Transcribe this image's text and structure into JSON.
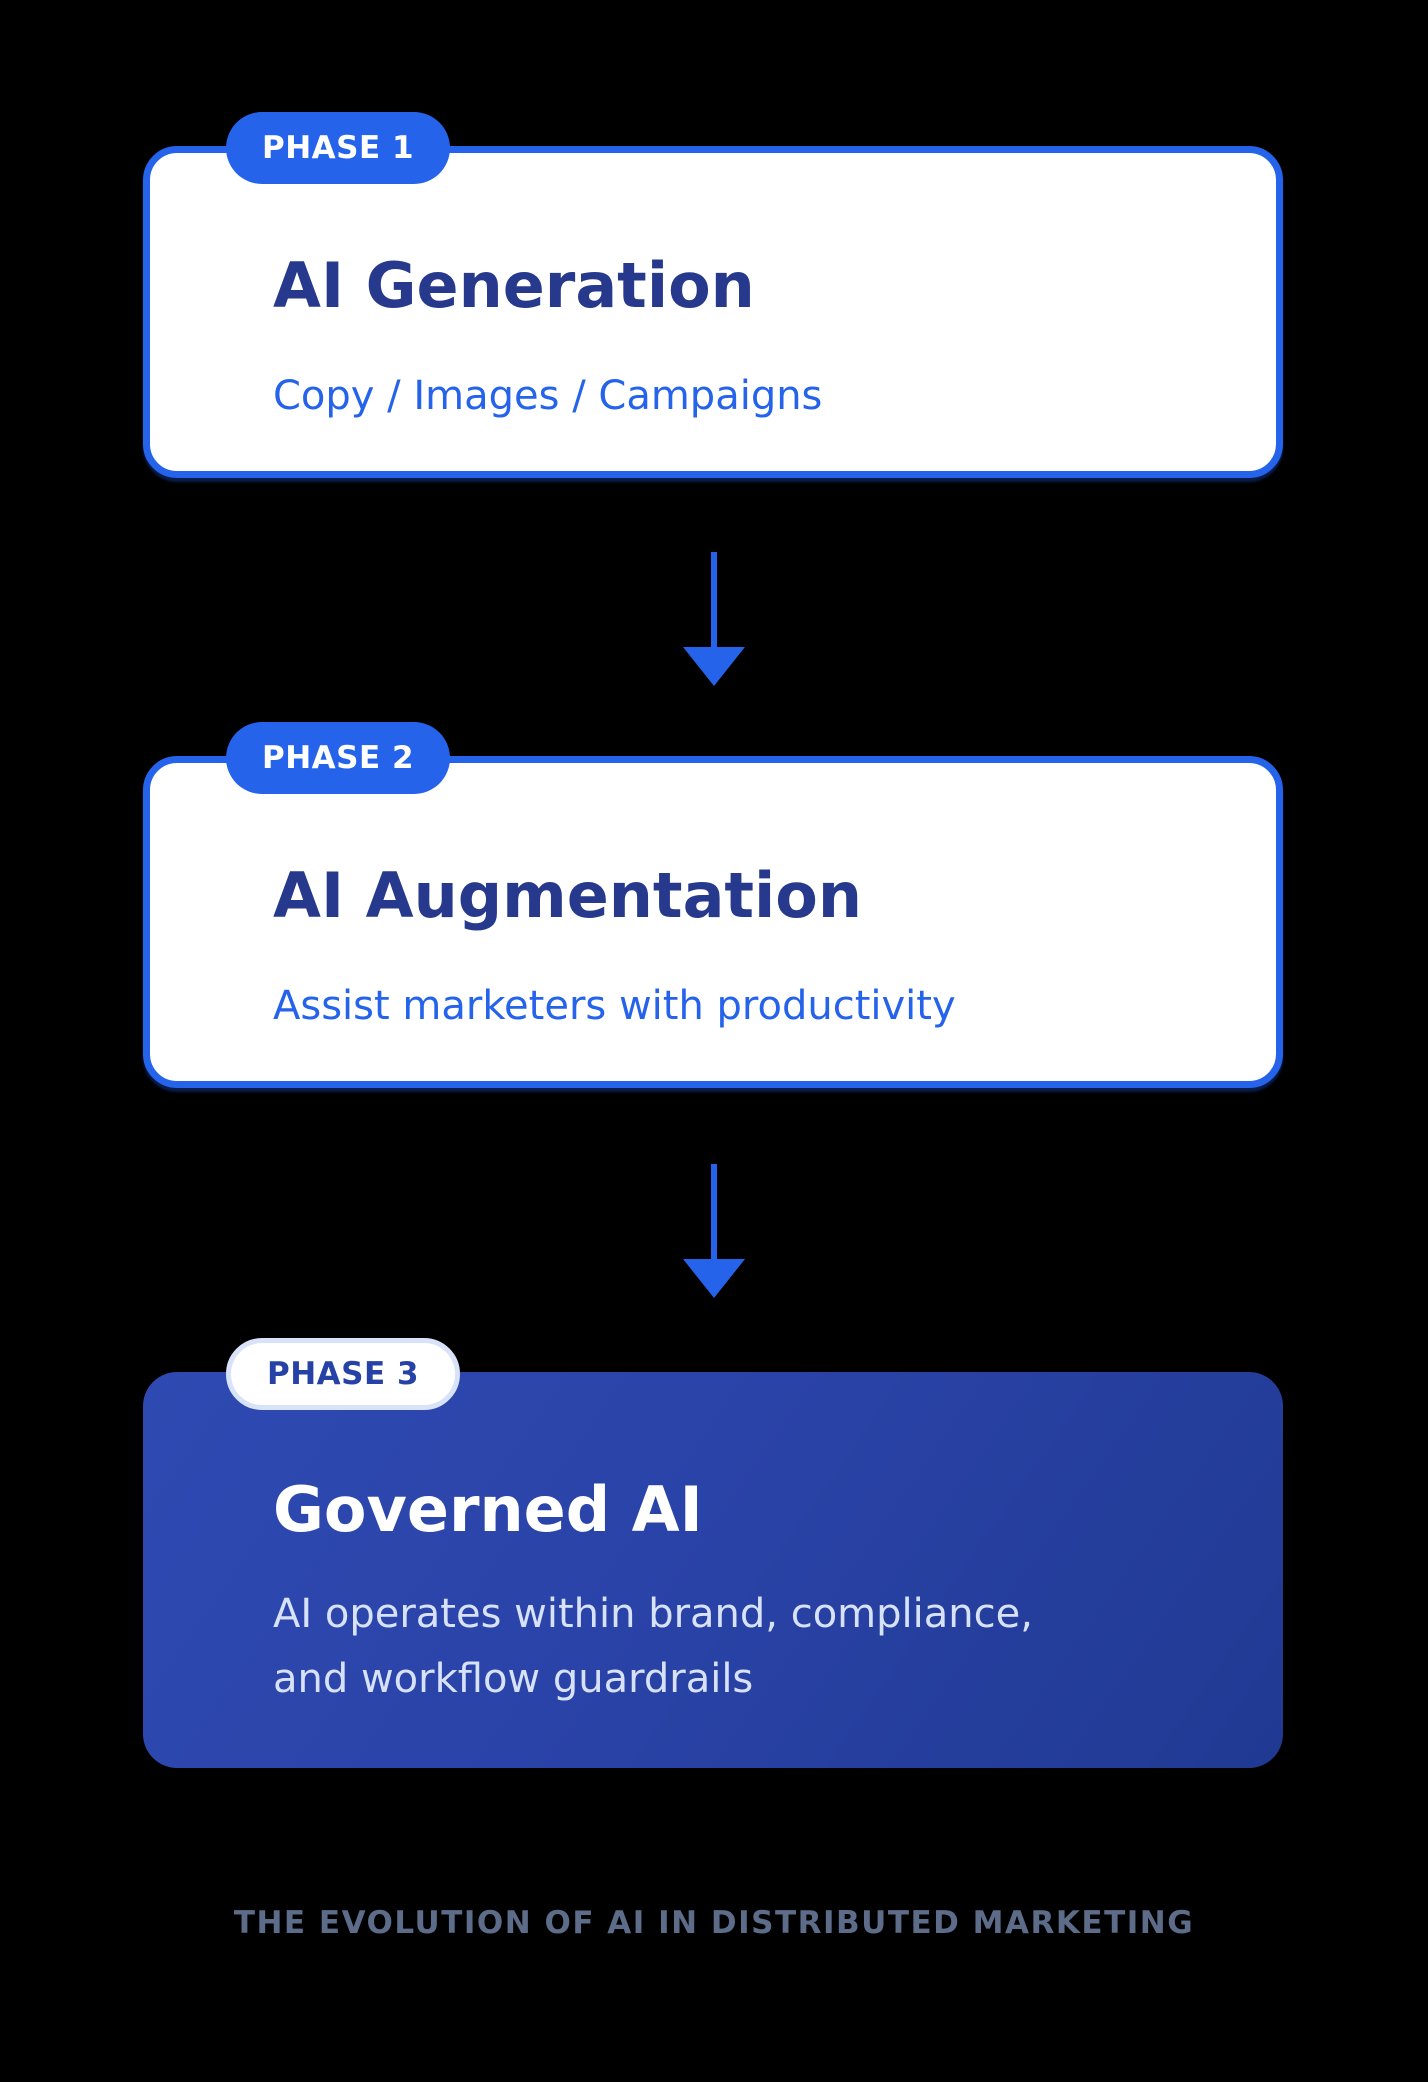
{
  "colors": {
    "background": "#000000",
    "accent_blue": "#2563eb",
    "title_navy": "#26398c",
    "card3_gradient_start": "#2e4ab2",
    "card3_gradient_end": "#203a93",
    "card3_subtitle": "#d7e1f8",
    "badge3_text": "#2742a6",
    "badge3_border": "#d8e2f8",
    "footer_gray": "#5d6c89"
  },
  "phases": [
    {
      "badge": "PHASE 1",
      "title": "AI Generation",
      "subtitle_lines": [
        "Copy / Images / Campaigns"
      ]
    },
    {
      "badge": "PHASE 2",
      "title": "AI Augmentation",
      "subtitle_lines": [
        "Assist marketers with productivity"
      ]
    },
    {
      "badge": "PHASE 3",
      "title": "Governed AI",
      "subtitle_lines": [
        "AI operates within brand, compliance,",
        "and workflow guardrails"
      ]
    }
  ],
  "footer": "THE EVOLUTION OF AI IN DISTRIBUTED MARKETING"
}
